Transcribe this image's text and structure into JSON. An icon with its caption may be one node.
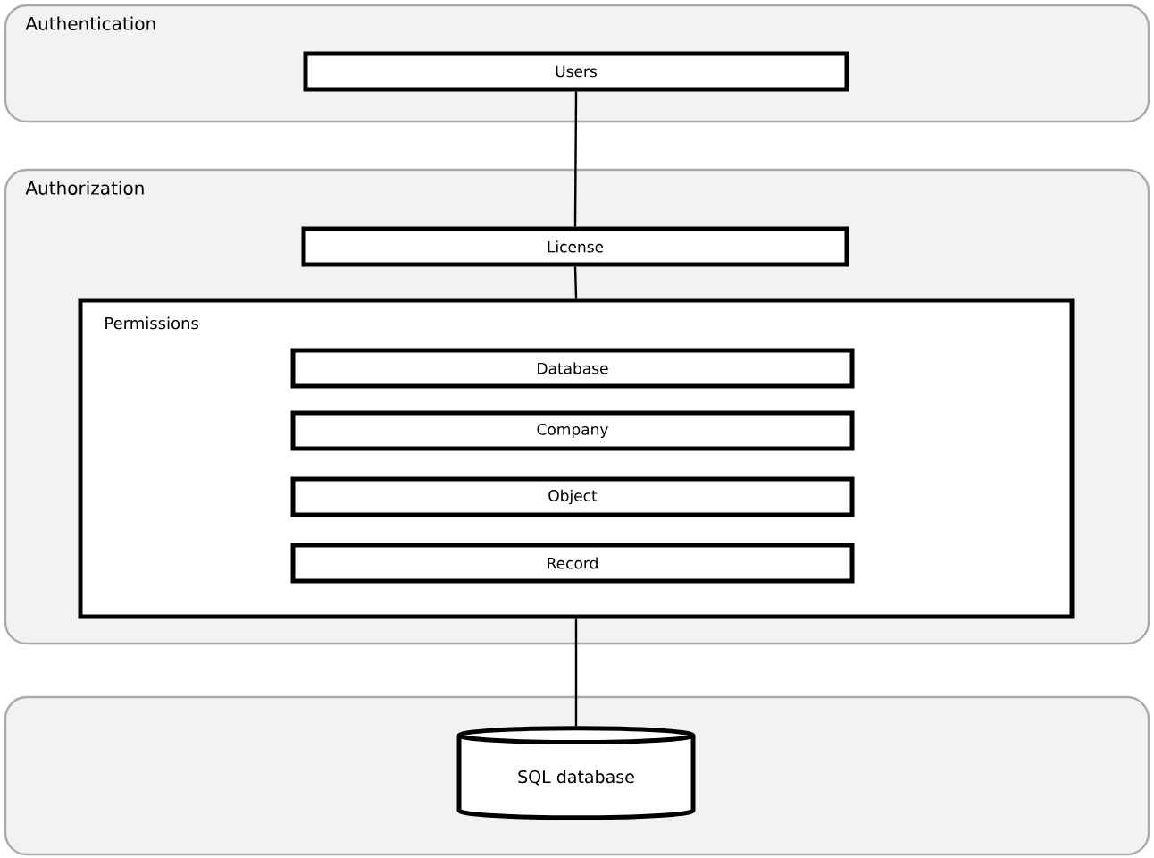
{
  "diagram": {
    "nodes": [
      {
        "text": [
          "Authentication"
        ]
      },
      {
        "text": [
          "Users"
        ],
        "in": 0
      },
      {
        "text": [
          "Authorization"
        ]
      },
      {
        "text": [
          "License"
        ],
        "in": 2
      },
      {
        "text": [
          "Permissions"
        ],
        "in": 2
      },
      {
        "text": [
          "Database"
        ],
        "in": 4
      },
      {
        "text": [
          "Company"
        ],
        "in": 4
      },
      {
        "text": [
          "Object"
        ],
        "in": 4
      },
      {
        "text": [
          "Record"
        ],
        "in": 4
      },
      {
        "text": [],
        "shape": "box"
      },
      {
        "text": [
          "SQL database"
        ],
        "in": 9
      }
    ],
    "edges": [
      {
        "from": 1,
        "to": 3,
        "arrow": "none"
      },
      {
        "from": 3,
        "to": 4,
        "arrow": "none"
      },
      {
        "from": 4,
        "to": 10,
        "arrow": "none"
      }
    ]
  }
}
